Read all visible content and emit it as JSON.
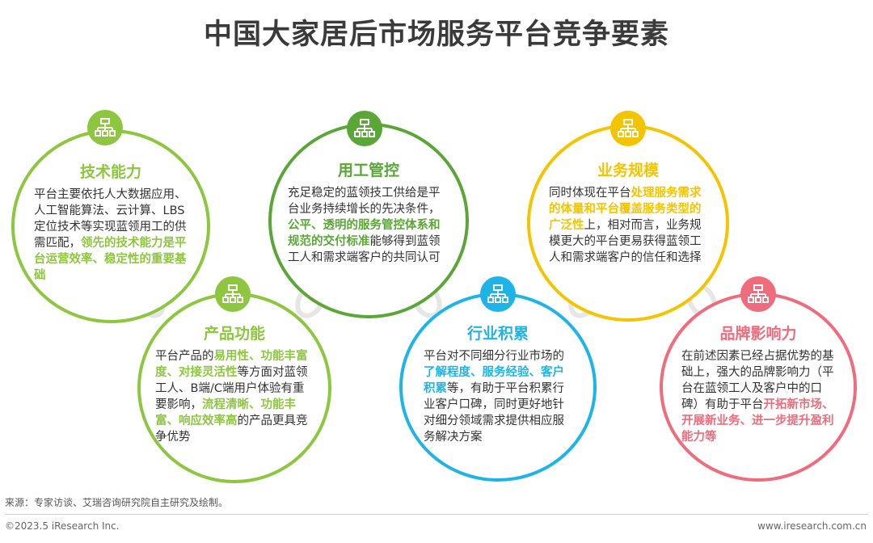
{
  "title": "中国大家居后市场服务平台竞争要素",
  "colors": {
    "green_light": "#8dc63f",
    "green_dark": "#5aa637",
    "yellow": "#f5c400",
    "cyan": "#1fb4e8",
    "pink": "#ef6c7c"
  },
  "icon": "hierarchy-icon",
  "factors": {
    "tech": {
      "title": "技术能力",
      "body_normal": "平台主要依托人大数据应用、人工智能算法、云计算、LBS定位技术等实现蓝领用工的供需匹配，",
      "body_highlight": "领先的技术能力是平台运营效率、稳定性的重要基础"
    },
    "product": {
      "title": "产品功能",
      "p1": "平台产品的",
      "h1": "易用性、功能丰富度、对接灵活性",
      "p2": "等方面对蓝领工人、B端/C端用户体验有重要影响，",
      "h2": "流程清晰、功能丰富、响应效率高",
      "p3": "的产品更具竞争优势"
    },
    "control": {
      "title": "用工管控",
      "p1": "充足稳定的蓝领技工供给是平台业务持续增长的先决条件，",
      "h1": "公平、透明的服务管控体系和规范的交付标准",
      "p2": "能够得到蓝领工人和需求端客户的共同认可"
    },
    "industry": {
      "title": "行业积累",
      "p1": "平台对不同细分行业市场的",
      "h1": "了解程度、服务经验、客户积累",
      "p2": "等，有助于平台积累行业客户口碑，同时更好地针对细分领域需求提供相应服务解决方案"
    },
    "scale": {
      "title": "业务规模",
      "p1": "同时体现在平台",
      "h1": "处理服务需求的体量和平台覆盖服务类型的广泛性",
      "p2": "上，相对而言，业务规模更大的平台更易获得蓝领工人和需求端客户的信任和选择"
    },
    "brand": {
      "title": "品牌影响力",
      "p1": "在前述因素已经占据优势的基础上，强大的品牌影响力（平台在蓝领工人及客户中的口碑）有助于平台",
      "h1": "开拓新市场、开展新业务、进一步提升盈利能力等"
    }
  },
  "footer": {
    "source": "来源：专家访谈、艾瑞咨询研究院自主研究及绘制。",
    "copyright": "©2023.5 iResearch Inc.",
    "website": "www.iresearch.com.cn"
  }
}
